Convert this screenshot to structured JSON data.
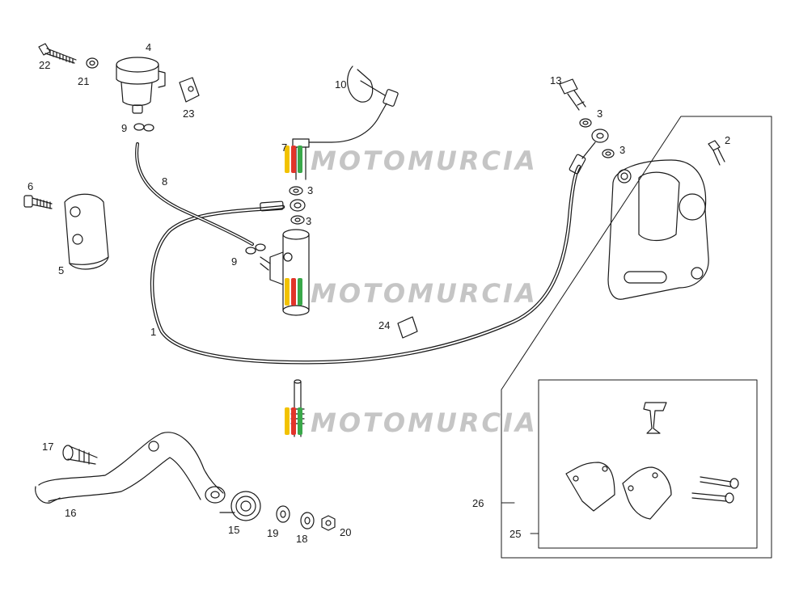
{
  "watermark": {
    "text": "MOTOMURCIA"
  },
  "callouts": {
    "c1": "1",
    "c2": "2",
    "c3a": "3",
    "c3b": "3",
    "c3c": "3",
    "c3d": "3",
    "c4": "4",
    "c5": "5",
    "c6": "6",
    "c7": "7",
    "c8": "8",
    "c9a": "9",
    "c9b": "9",
    "c10": "10",
    "c13": "13",
    "c15": "15",
    "c16": "16",
    "c17": "17",
    "c18": "18",
    "c19": "19",
    "c20": "20",
    "c21": "21",
    "c22": "22",
    "c23": "23",
    "c24": "24",
    "c25": "25",
    "c26": "26"
  },
  "colors": {
    "line": "#1a1a1a",
    "watermark_red": "#e2342a",
    "watermark_yellow": "#f2c200",
    "watermark_green": "#3aa84a"
  }
}
